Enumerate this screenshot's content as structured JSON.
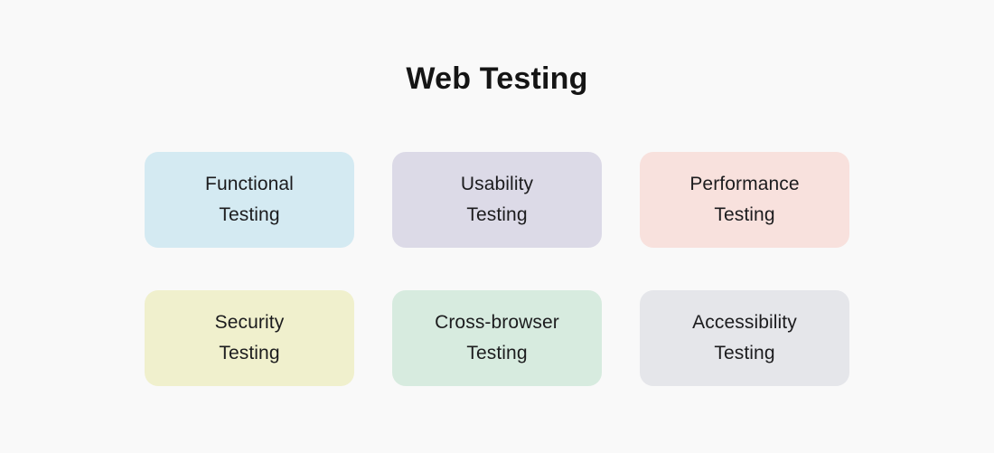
{
  "page": {
    "background": "#f9f9f9",
    "text_color": "#1c1c1e"
  },
  "title": "Web Testing",
  "cards": [
    {
      "id": "functional-testing",
      "lines": [
        "Functional",
        "Testing"
      ],
      "color": "#d4eaf2"
    },
    {
      "id": "usability-testing",
      "lines": [
        "Usability",
        "Testing"
      ],
      "color": "#dcdae7"
    },
    {
      "id": "performance-testing",
      "lines": [
        "Performance",
        "Testing"
      ],
      "color": "#f8e1dd"
    },
    {
      "id": "security-testing",
      "lines": [
        "Security",
        "Testing"
      ],
      "color": "#f0f0cd"
    },
    {
      "id": "cross-browser-testing",
      "lines": [
        "Cross-browser",
        "Testing"
      ],
      "color": "#d7ebdf"
    },
    {
      "id": "accessibility-testing",
      "lines": [
        "Accessibility",
        "Testing"
      ],
      "color": "#e5e6ea"
    }
  ]
}
